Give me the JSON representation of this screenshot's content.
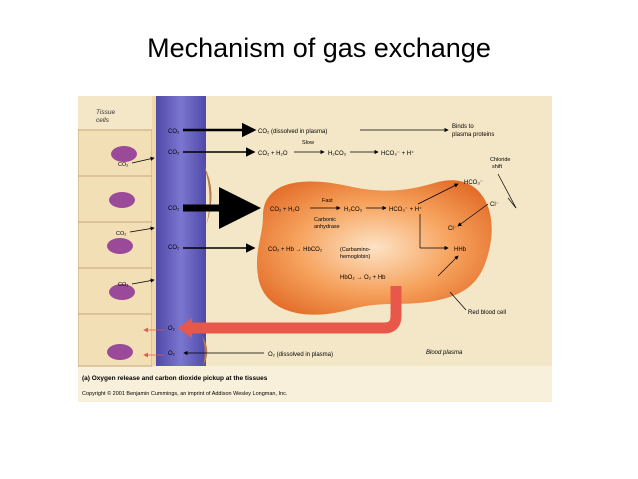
{
  "slide": {
    "title": "Mechanism of gas exchange"
  },
  "diagram": {
    "tissue_label": [
      "Tissue",
      "cells"
    ],
    "co2_left": "CO₂",
    "capillary_labels": [
      "CO₂",
      "CO₂",
      "CO₂",
      "CO₂",
      "O₂",
      "O₂"
    ],
    "row1": "CO₂ (dissolved in plasma)",
    "row2_lhs": "CO₂ + H₂O",
    "row2_slow": "Slow",
    "row2_mid": "H₂CO₃",
    "row2_rhs": "HCO₃⁻ + H⁺",
    "binds": [
      "Binds to",
      "plasma proteins"
    ],
    "chloride": [
      "Chloride",
      "shift"
    ],
    "hco3_side": "HCO₃⁻",
    "cl_right": "Cl⁻",
    "rbc_row1_lhs": "CO₂ + H₂O",
    "rbc_fast": "Fast",
    "rbc_mid": "H₂CO₃",
    "rbc_rhs": "HCO₃⁻ + H⁺",
    "carbonic": [
      "Carbonic",
      "anhydrase"
    ],
    "cl_inside": "Cl⁻",
    "rbc_row2": "CO₂ + Hb → HbCO₂",
    "carbamino": [
      "(Carbamino-",
      "hemoglobin)"
    ],
    "hhb": "HHb",
    "hbo2": "HbO₂ → O₂ + Hb",
    "o2_dissolved": "O₂ (dissolved in plasma)",
    "rbc_label": "Red blood cell",
    "plasma_label": "Blood plasma",
    "caption": "(a) Oxygen release and carbon dioxide pickup at the tissues",
    "copyright": "Copyright © 2001 Benjamin Cummings, an imprint of Addison Wesley Longman, Inc.",
    "colors": {
      "background": "#f4e7c7",
      "capillary": "#6f68c0",
      "rbc": "#f59a55",
      "nucleus": "#9b4a9a",
      "o2_arrow": "#e8584a"
    }
  }
}
